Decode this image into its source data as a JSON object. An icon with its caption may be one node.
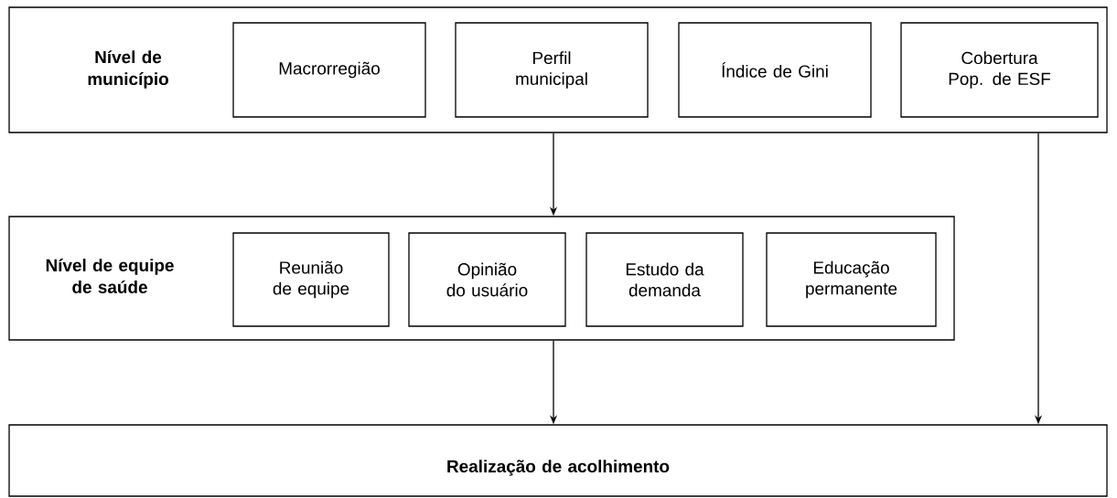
{
  "diagram": {
    "nodes": [
      {
        "text": [
          "Nível de município"
        ]
      },
      {
        "text": [
          "Macrorregião"
        ],
        "in": 0
      },
      {
        "text": [
          "Perfil municipal"
        ],
        "in": 0
      },
      {
        "text": [
          "Índice de Gini"
        ],
        "in": 0
      },
      {
        "text": [
          "Cobertura Pop. de ESF"
        ],
        "in": 0
      },
      {
        "text": [
          "Nível de equipe de saúde"
        ]
      },
      {
        "text": [
          "Reunião de equipe"
        ],
        "in": 5
      },
      {
        "text": [
          "Opinião do usuário"
        ],
        "in": 5
      },
      {
        "text": [
          "Estudo da demanda"
        ],
        "in": 5
      },
      {
        "text": [
          "Educação permanente"
        ],
        "in": 5
      },
      {
        "text": [
          "Realização de acolhimento"
        ]
      }
    ],
    "edges": [
      {
        "from": 0,
        "to": 5,
        "arrow": "to"
      },
      {
        "from": 5,
        "to": 10,
        "arrow": "to"
      },
      {
        "from": 0,
        "to": 10,
        "arrow": "to"
      }
    ]
  }
}
